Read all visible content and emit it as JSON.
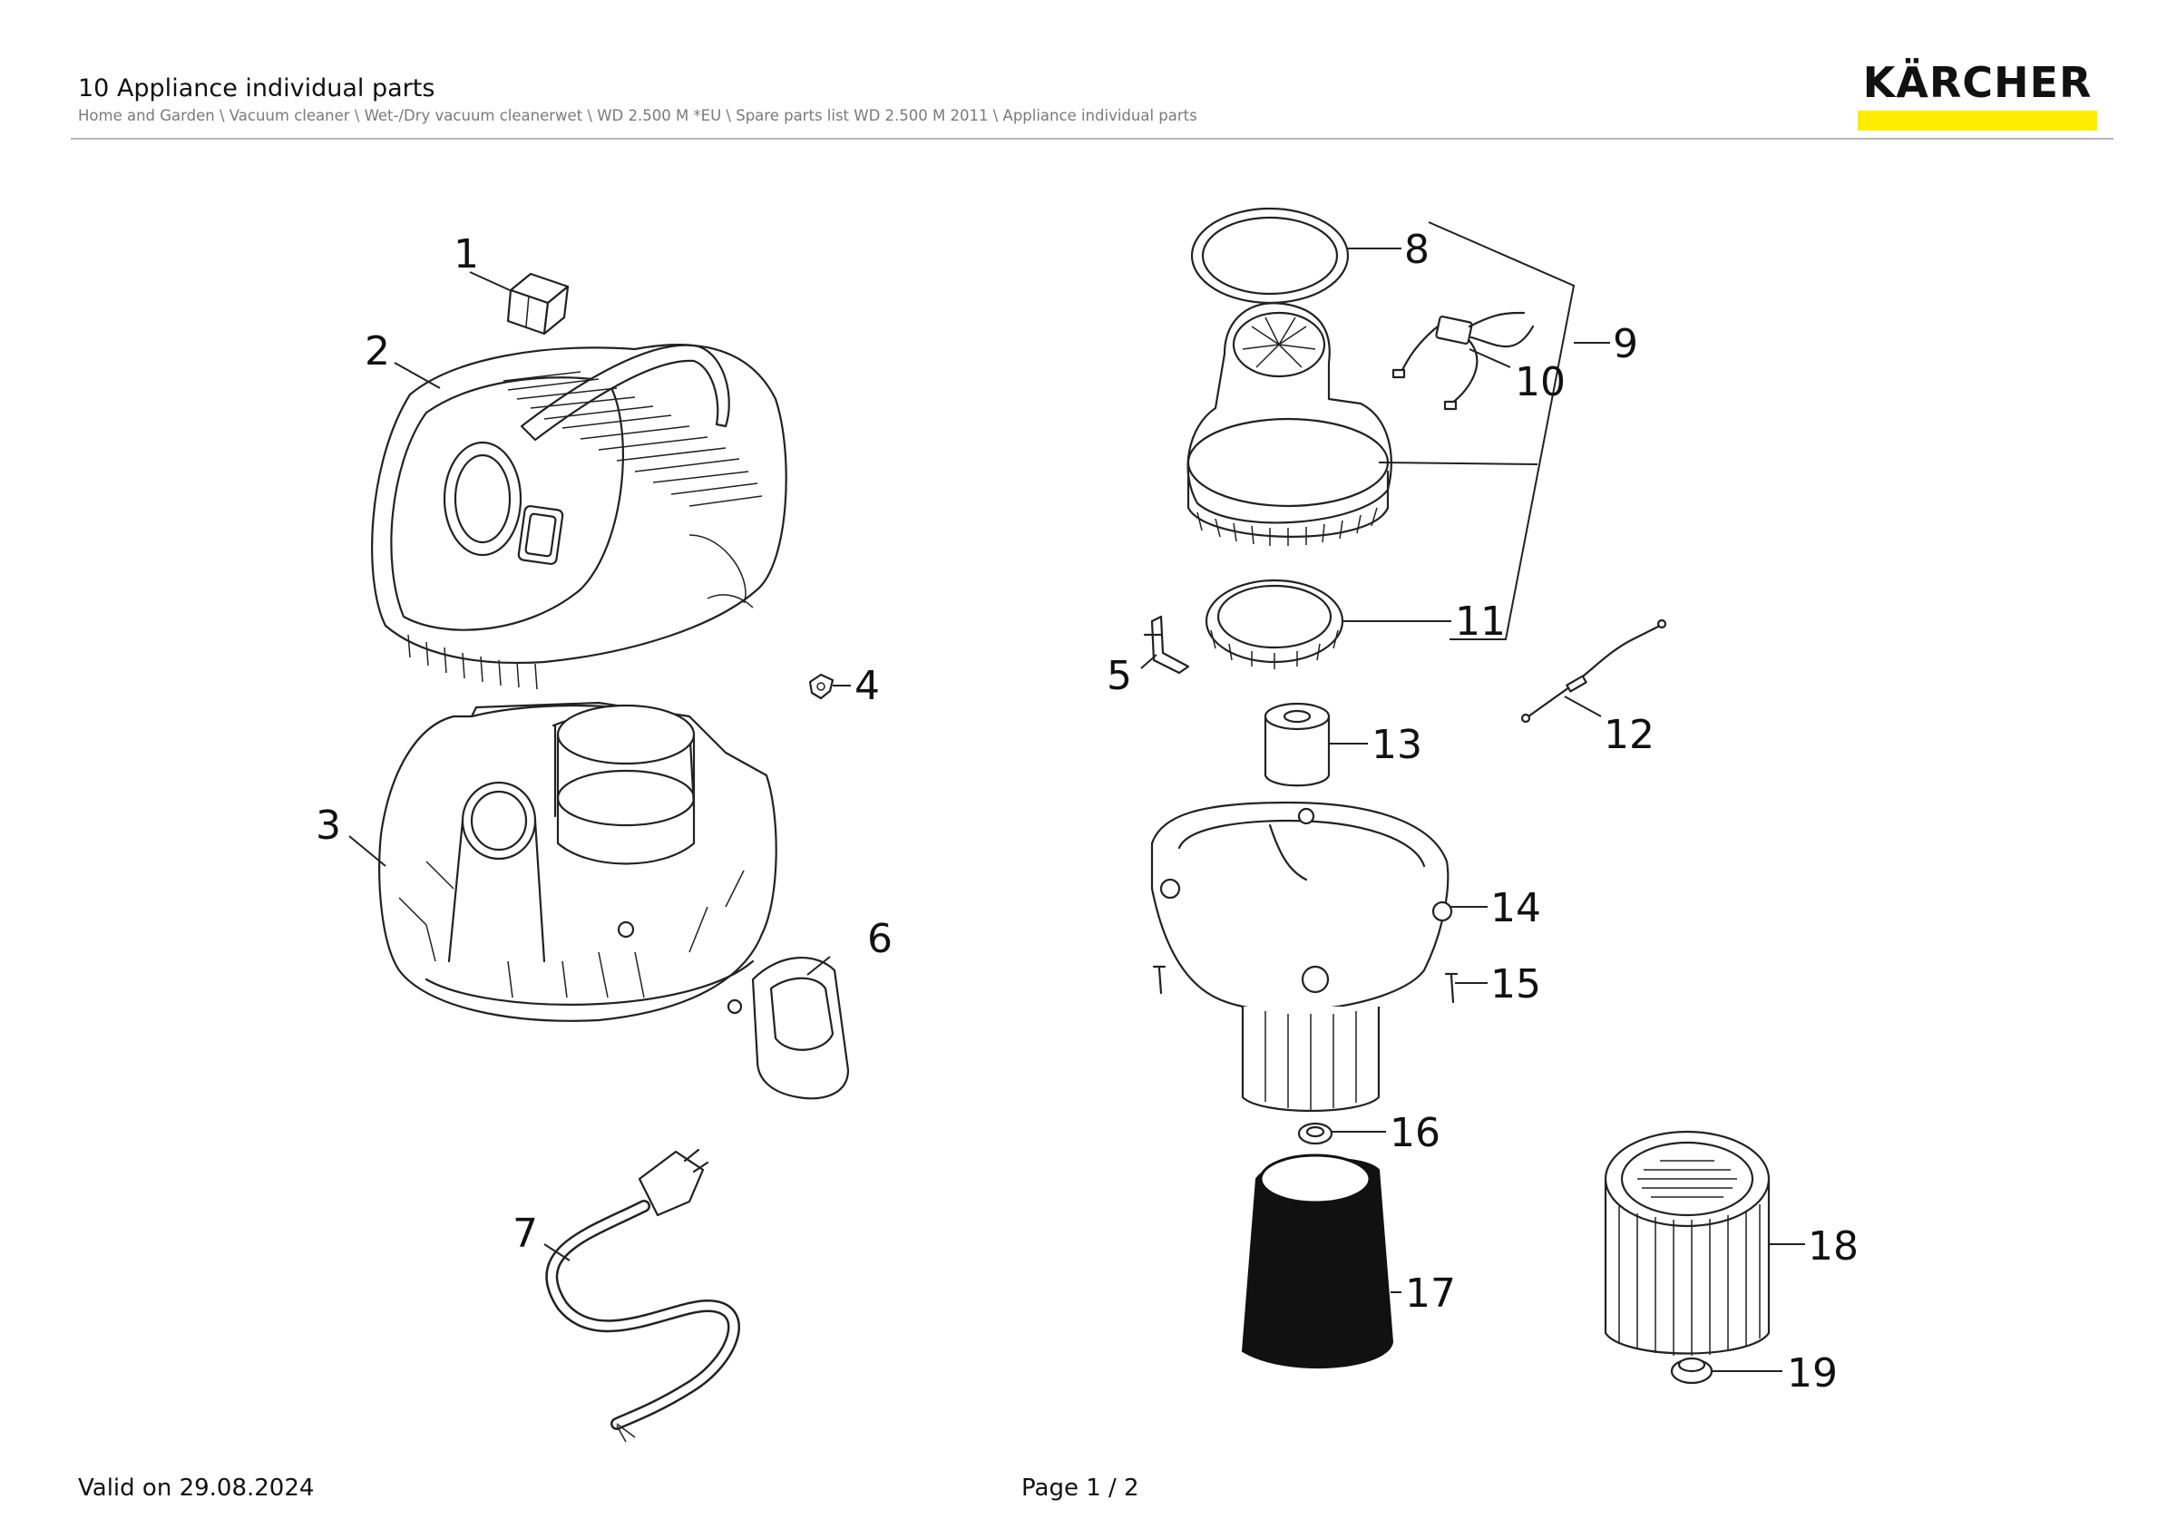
{
  "header": {
    "title": "10 Appliance individual parts",
    "breadcrumb": "Home and Garden \\ Vacuum cleaner \\ Wet-/Dry vacuum cleanerwet \\ WD 2.500 M *EU \\ Spare parts list WD 2.500 M 2011 \\ Appliance individual parts",
    "logo_text": "KÄRCHER"
  },
  "colors": {
    "brand_yellow": "#ffed00",
    "rule": "#b5b5b5",
    "breadcrumb": "#7a7a7a"
  },
  "callouts": [
    "1",
    "2",
    "3",
    "4",
    "5",
    "6",
    "7",
    "8",
    "9",
    "10",
    "11",
    "12",
    "13",
    "14",
    "15",
    "16",
    "17",
    "18",
    "19"
  ],
  "footer": {
    "valid": "Valid on 29.08.2024",
    "page": "Page 1 / 2"
  }
}
